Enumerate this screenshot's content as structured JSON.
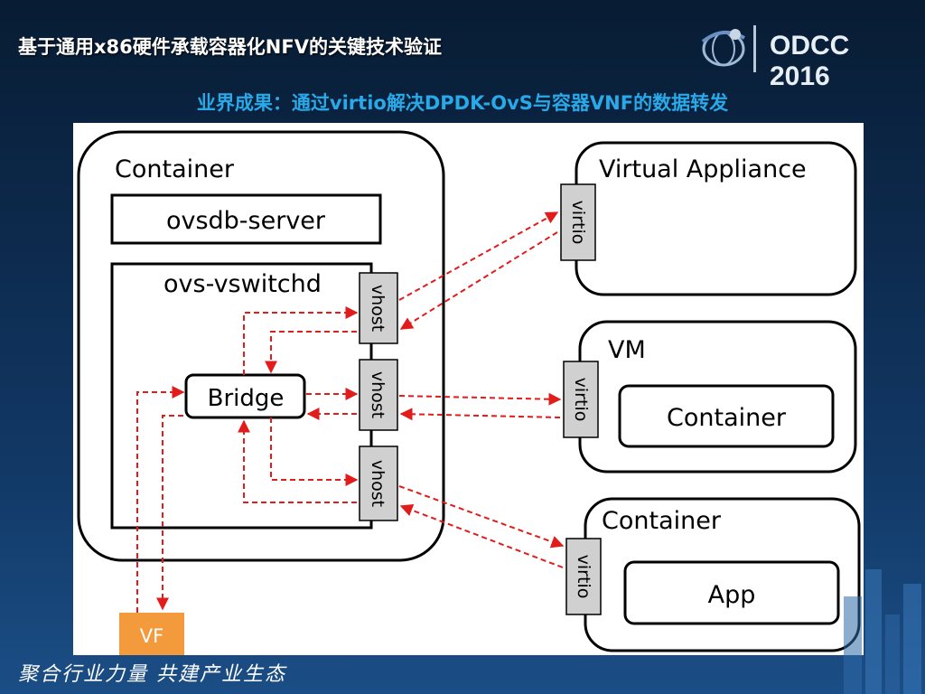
{
  "header": {
    "title": "基于通用x86硬件承载容器化NFV的关键技术验证",
    "logo_text": "ODCC 2016",
    "logo_icon": "globe-emblem-icon"
  },
  "subtitle": "业界成果：通过virtio解决DPDK-OvS与容器VNF的数据转发",
  "diagram": {
    "host_container": {
      "label": "Container",
      "ovsdb_label": "ovsdb-server",
      "vswitchd_label": "ovs-vswitchd",
      "bridge_label": "Bridge",
      "vhost_labels": [
        "vhost",
        "vhost",
        "vhost"
      ]
    },
    "vf_label": "VF",
    "virtual_appliance": {
      "label": "Virtual Appliance",
      "port_label": "virtio"
    },
    "vm": {
      "label": "VM",
      "port_label": "virtio",
      "inner_label": "Container"
    },
    "container_app": {
      "label": "Container",
      "port_label": "virtio",
      "inner_label": "App"
    },
    "colors": {
      "arrow": "#e21b1b",
      "port_fill": "#d0d0d0",
      "vf_fill": "#f39a3c"
    }
  },
  "footer": {
    "slogan": "聚合行业力量  共建产业生态"
  }
}
